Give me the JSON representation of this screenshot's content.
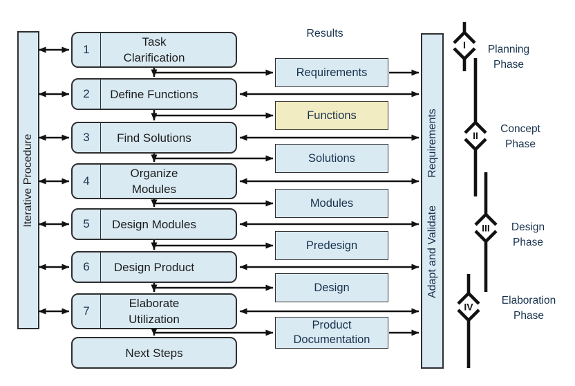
{
  "results_title": "Results",
  "left_bar": {
    "label": "Iterative Procedure"
  },
  "right_bar": {
    "label_upper": "Requirements",
    "label_lower": "Adapt and Validate"
  },
  "steps": [
    {
      "num": "1",
      "label": "Task\nClarification"
    },
    {
      "num": "2",
      "label": "Define Functions"
    },
    {
      "num": "3",
      "label": "Find Solutions"
    },
    {
      "num": "4",
      "label": "Organize\nModules"
    },
    {
      "num": "5",
      "label": "Design Modules"
    },
    {
      "num": "6",
      "label": "Design Product"
    },
    {
      "num": "7",
      "label": "Elaborate\nUtilization"
    }
  ],
  "next_steps_label": "Next Steps",
  "results": [
    {
      "label": "Requirements",
      "highlight": false
    },
    {
      "label": "Functions",
      "highlight": true
    },
    {
      "label": "Solutions",
      "highlight": false
    },
    {
      "label": "Modules",
      "highlight": false
    },
    {
      "label": "Predesign",
      "highlight": false
    },
    {
      "label": "Design",
      "highlight": false
    },
    {
      "label": "Product\nDocumentation",
      "highlight": false
    }
  ],
  "phases": [
    {
      "numeral": "I",
      "label": "Planning\nPhase"
    },
    {
      "numeral": "II",
      "label": "Concept\nPhase"
    },
    {
      "numeral": "III",
      "label": "Design\nPhase"
    },
    {
      "numeral": "IV",
      "label": "Elaboration\nPhase"
    }
  ],
  "colors": {
    "box-blue": "#daeaf3",
    "box-yellow": "#f2ecc2",
    "border": "#2e2e2e",
    "line": "#121212",
    "ink-dark": "#1c1c1c",
    "ink-navy": "#17324d"
  }
}
